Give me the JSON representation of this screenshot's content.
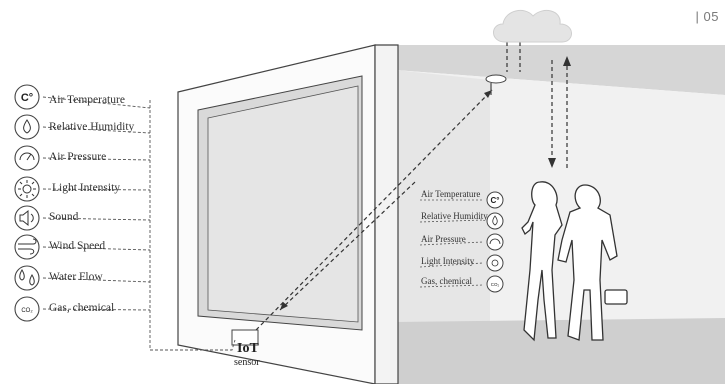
{
  "page_number": "| 05",
  "left_sensors": [
    {
      "label": "Air Temperature",
      "icon": "celsius-icon"
    },
    {
      "label": "Relative Humidity",
      "icon": "humidity-drop-icon"
    },
    {
      "label": "Air Pressure",
      "icon": "pressure-gauge-icon"
    },
    {
      "label": "Light Intensity",
      "icon": "sun-icon"
    },
    {
      "label": "Sound",
      "icon": "speaker-icon"
    },
    {
      "label": "Wind Speed",
      "icon": "wind-icon"
    },
    {
      "label": "Water Flow",
      "icon": "water-drops-icon"
    },
    {
      "label": "Gas, chemical",
      "icon": "gas-co2-icon"
    }
  ],
  "right_sensors": [
    {
      "label": "Air Temperature",
      "icon": "celsius-icon"
    },
    {
      "label": "Relative Humidity",
      "icon": "humidity-drop-icon"
    },
    {
      "label": "Air Pressure",
      "icon": "pressure-gauge-icon"
    },
    {
      "label": "Light Intensity",
      "icon": "sun-icon"
    },
    {
      "label": "Gas, chemical",
      "icon": "gas-co2-icon"
    }
  ],
  "iot": {
    "title": "IoT",
    "subtitle": "sensor"
  },
  "icon_glyphs": {
    "celsius": "C°",
    "gas": "CO₂"
  },
  "colors": {
    "line": "#444444",
    "ceiling": "#d4d4d4",
    "floor": "#c8c8c8",
    "wall": "#eeeeee",
    "cloud": "#e4e4e4"
  }
}
